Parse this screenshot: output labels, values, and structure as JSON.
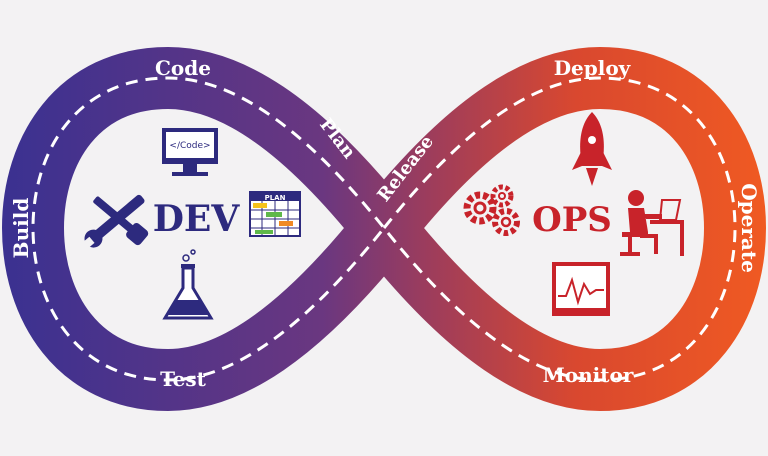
{
  "diagram": {
    "stages": {
      "code": "Code",
      "build": "Build",
      "test": "Test",
      "plan": "Plan",
      "release": "Release",
      "deploy": "Deploy",
      "operate": "Operate",
      "monitor": "Monitor"
    },
    "dev_label": "DEV",
    "ops_label": "OPS",
    "code_screen_text": "</Code>",
    "plan_board_text": "PLAN",
    "colors": {
      "dev": "#2d2a7e",
      "loop_left": "#3a3191",
      "loop_mid": "#8a3a6c",
      "loop_right": "#ef5a28",
      "ops": "#c8232a",
      "background": "#f3f2f3"
    },
    "icons": [
      "computer-code-icon",
      "tools-icon",
      "plan-board-icon",
      "flask-icon",
      "gears-icon",
      "rocket-icon",
      "worker-desk-icon",
      "monitor-chart-icon"
    ]
  }
}
